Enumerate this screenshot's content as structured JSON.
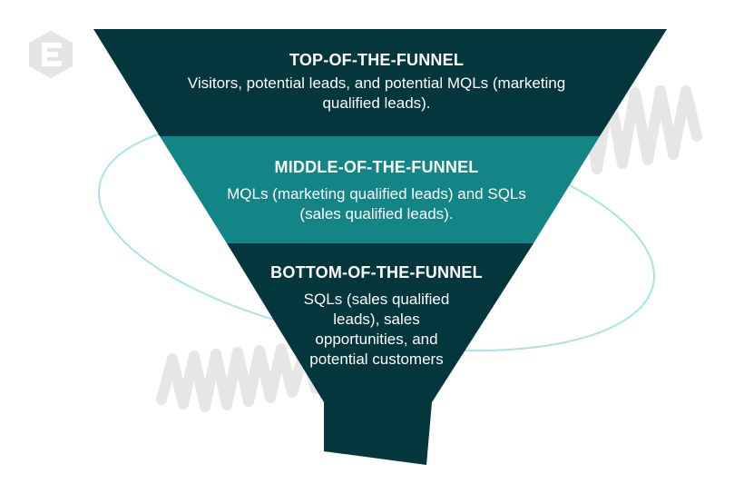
{
  "colors": {
    "funnel_dark": "#04363D",
    "funnel_mid": "#138586",
    "stage_text": "#FFFFFF",
    "decor_ring": "#A8E5E3",
    "decor_scribble": "#E6E6E6",
    "logo": "#E4E4E4"
  },
  "logo": {
    "icon": "logo-icon"
  },
  "funnel": {
    "stages": [
      {
        "title": "TOP-OF-THE-FUNNEL",
        "description": "Visitors, potential leads, and potential MQLs (marketing qualified leads)."
      },
      {
        "title": "MIDDLE-OF-THE-FUNNEL",
        "description": "MQLs (marketing qualified leads) and SQLs (sales qualified leads)."
      },
      {
        "title": "BOTTOM-OF-THE-FUNNEL",
        "description": "SQLs (sales qualified leads), sales opportunities, and potential customers"
      }
    ]
  }
}
